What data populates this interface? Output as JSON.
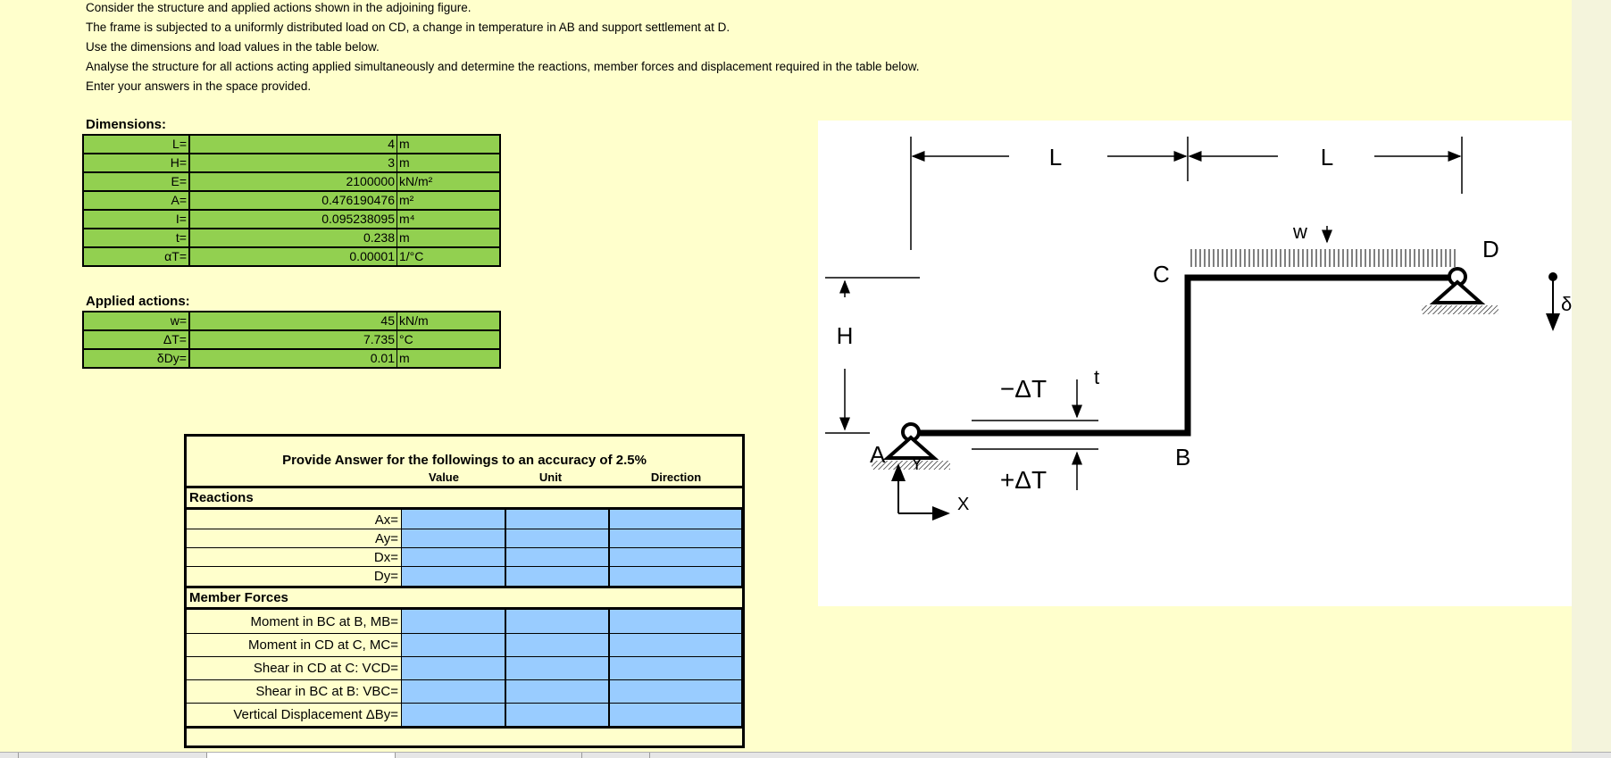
{
  "intro": [
    "Consider the structure and applied actions shown in the adjoining figure.",
    "The frame is subjected to a  uniformly distributed load on CD, a change in temperature in AB and support settlement at D.",
    "Use the dimensions and load values in the table below.",
    "Analyse the structure for all actions acting applied simultaneously and determine the reactions, member forces and displacement required in the table below.",
    "Enter your answers in the space provided."
  ],
  "dimensions": {
    "title": "Dimensions:",
    "rows": [
      {
        "label": "L=",
        "value": "4",
        "unit": "m"
      },
      {
        "label": "H=",
        "value": "3",
        "unit": "m"
      },
      {
        "label": "E=",
        "value": "2100000",
        "unit": "kN/m²"
      },
      {
        "label": "A=",
        "value": "0.476190476",
        "unit": "m²"
      },
      {
        "label": "I=",
        "value": "0.095238095",
        "unit": "m⁴"
      },
      {
        "label": "t=",
        "value": "0.238",
        "unit": "m"
      },
      {
        "label": "αT=",
        "value": "0.00001",
        "unit": "1/°C"
      }
    ]
  },
  "actions": {
    "title": "Applied actions:",
    "rows": [
      {
        "label": "w=",
        "value": "45",
        "unit": "kN/m"
      },
      {
        "label": "ΔT=",
        "value": "7.735",
        "unit": "°C"
      },
      {
        "label": "δDy=",
        "value": "0.01",
        "unit": "m"
      }
    ]
  },
  "answers": {
    "heading": "Provide Answer for the followings to an accuracy of 2.5%",
    "col_value": "Value",
    "col_unit": "Unit",
    "col_direction": "Direction",
    "reactions_title": "Reactions",
    "reactions": [
      "Ax=",
      "Ay=",
      "Dx=",
      "Dy="
    ],
    "member_title": "Member Forces",
    "members": [
      "Moment in BC at B, MB=",
      "Moment in CD at C, MC=",
      "Shear in CD at C: VCD=",
      "Shear in BC at B: VBC=",
      "Vertical Displacement ΔBy="
    ]
  },
  "figure": {
    "L1": "L",
    "L2": "L",
    "H": "H",
    "w": "w",
    "A": "A",
    "B": "B",
    "C": "C",
    "D": "D",
    "minus_dT": "−ΔT",
    "plus_dT": "+ΔT",
    "t": "t",
    "dDY": "δDY",
    "X": "X",
    "Y": "Y"
  }
}
